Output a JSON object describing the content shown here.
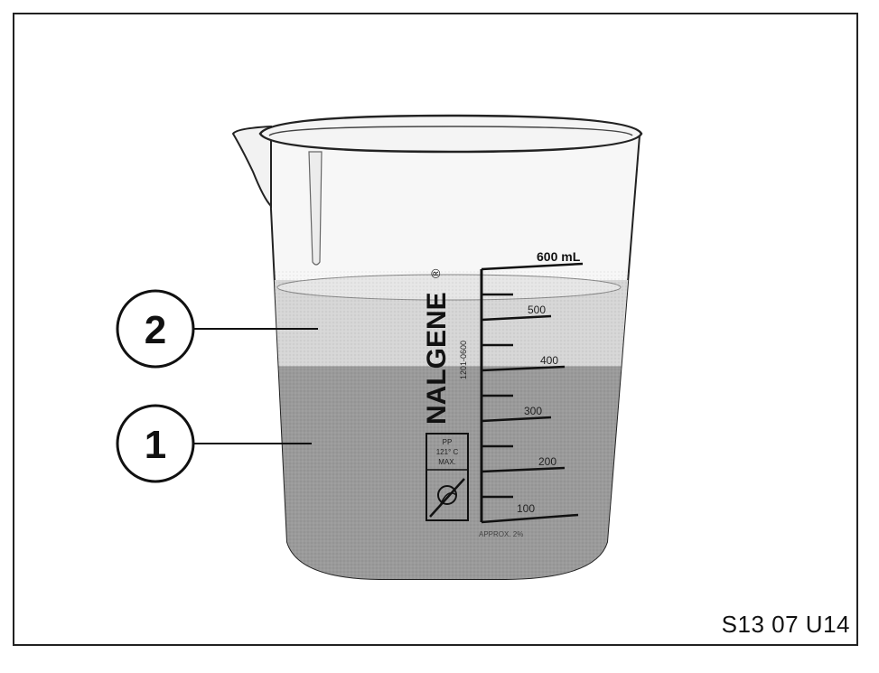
{
  "figure_code": "S13 07 U14",
  "callouts": [
    {
      "label": "1"
    },
    {
      "label": "2"
    }
  ],
  "beaker": {
    "brand": "NALGENE",
    "brand_mark": "®",
    "catalog_number": "1201-0600",
    "material_box": [
      "PP",
      "121° C",
      "MAX."
    ],
    "scale_unit_label": "600 mL",
    "scale_labels": [
      "500",
      "400",
      "300",
      "200",
      "100"
    ],
    "approx_label": "APPROX. 2%"
  },
  "colors": {
    "lower_liquid": "#9a9a9a",
    "upper_liquid": "#d6d6d6",
    "outline": "#222222",
    "glass": "#f7f7f7"
  }
}
